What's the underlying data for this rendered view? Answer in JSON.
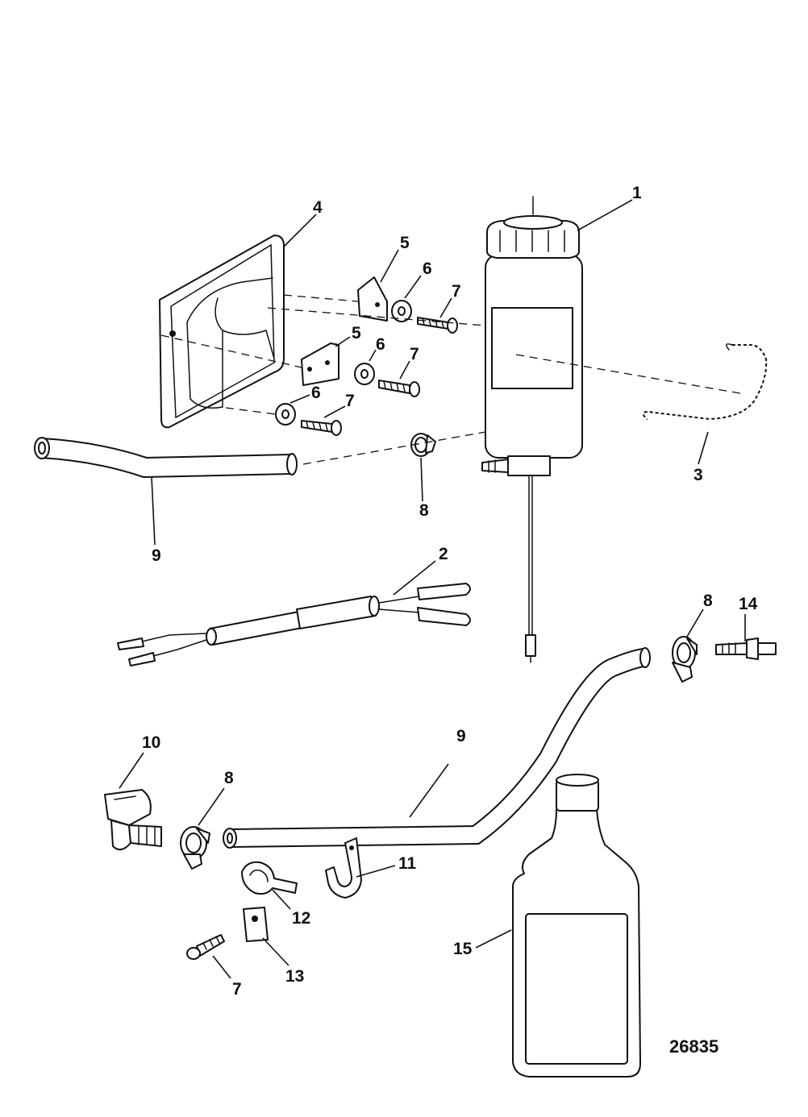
{
  "diagram": {
    "figure_number": "26835",
    "callouts": {
      "c1": "1",
      "c2": "2",
      "c3": "3",
      "c4": "4",
      "c5a": "5",
      "c5b": "5",
      "c6a": "6",
      "c6b": "6",
      "c6c": "6",
      "c7a": "7",
      "c7b": "7",
      "c7c": "7",
      "c7d": "7",
      "c8a": "8",
      "c8b": "8",
      "c8c": "8",
      "c9a": "9",
      "c9b": "9",
      "c10": "10",
      "c11": "11",
      "c12": "12",
      "c13": "13",
      "c14": "14",
      "c15": "15"
    }
  }
}
